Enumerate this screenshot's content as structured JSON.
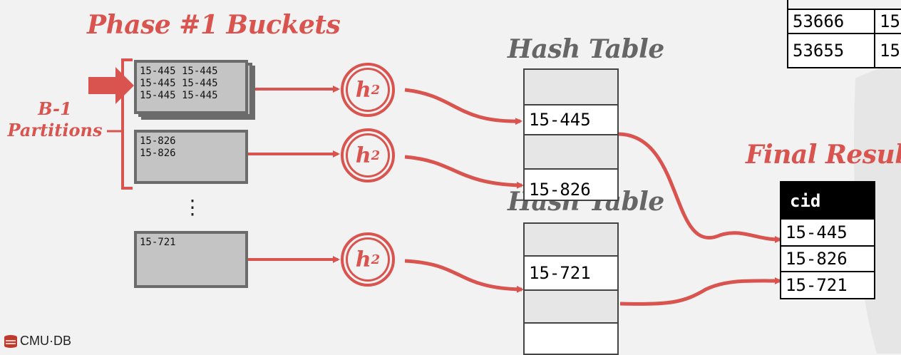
{
  "titles": {
    "phase_buckets": "Phase #1 Buckets",
    "hash_table_1": "Hash Table",
    "hash_table_2": "Hash Table",
    "final_result": "Final Result"
  },
  "partitions_label": {
    "line1": "B-1",
    "line2": "Partitions"
  },
  "buckets": {
    "stack": [
      "15-445 15-445",
      "15-445 15-445",
      "15-445 15-445"
    ],
    "second": [
      "15-826",
      "15-826"
    ],
    "ellipsis": "⋮",
    "third": [
      "15-721"
    ]
  },
  "hash_fn": {
    "name": "h",
    "sub": "2"
  },
  "hash_table_1": [
    "",
    "15-445",
    "",
    "15-826"
  ],
  "hash_table_2": [
    "",
    "15-721",
    "",
    ""
  ],
  "top_table": {
    "rows": [
      [
        "53666",
        "15"
      ],
      [
        "53655",
        "15"
      ]
    ]
  },
  "final_result": {
    "header": "cid",
    "rows": [
      "15-445",
      "15-826",
      "15-721"
    ]
  },
  "logo": {
    "text": "CMU·DB"
  },
  "colors": {
    "accent": "#d9534f",
    "bucket_fill": "#c4c4c4",
    "background": "#f2f2f2"
  }
}
